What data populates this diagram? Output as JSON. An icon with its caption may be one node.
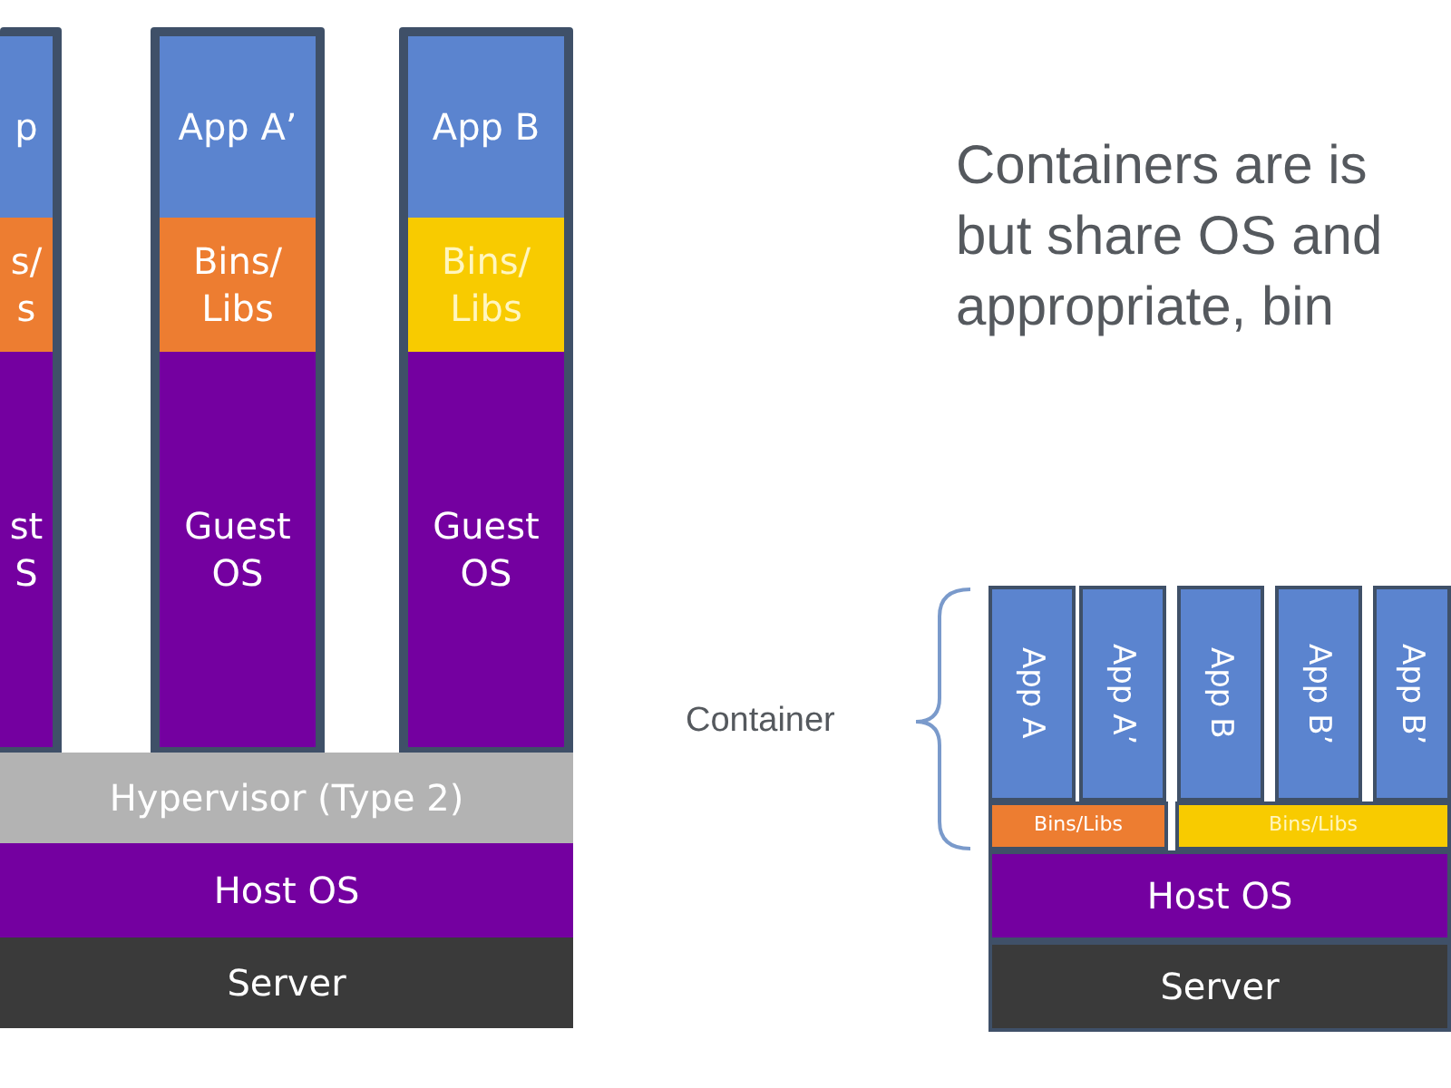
{
  "diagram": {
    "nodes": [
      {
        "text": [],
        "shape": "box"
      },
      {
        "text": [
          "p"
        ],
        "in": 0
      },
      {
        "text": [
          "s/ s"
        ],
        "in": 0
      },
      {
        "text": [
          "st S"
        ],
        "in": 0
      },
      {
        "text": [],
        "shape": "box"
      },
      {
        "text": [
          "App A’"
        ],
        "in": 4
      },
      {
        "text": [
          "Bins/ Libs"
        ],
        "in": 4
      },
      {
        "text": [
          "Guest OS"
        ],
        "in": 4
      },
      {
        "text": [],
        "shape": "box"
      },
      {
        "text": [
          "App B"
        ],
        "in": 8
      },
      {
        "text": [
          "Bins/ Libs"
        ],
        "in": 8
      },
      {
        "text": [
          "Guest OS"
        ],
        "in": 8
      },
      {
        "text": [
          "Hypervisor (Type 2)"
        ]
      },
      {
        "text": [
          "Host OS"
        ]
      },
      {
        "text": [
          "Server"
        ]
      },
      {
        "text": [
          "App A"
        ]
      },
      {
        "text": [
          "App A’"
        ]
      },
      {
        "text": [
          "App B"
        ]
      },
      {
        "text": [
          "App B’"
        ]
      },
      {
        "text": [
          "App B’"
        ]
      },
      {
        "text": [
          "Bins/Libs"
        ]
      },
      {
        "text": [
          "Bins/Libs"
        ]
      },
      {
        "text": [
          "Host OS"
        ]
      },
      {
        "text": [
          "Server"
        ]
      }
    ],
    "labels": [
      "Containers are is but share OS and appropriate, bin",
      "Container"
    ]
  }
}
